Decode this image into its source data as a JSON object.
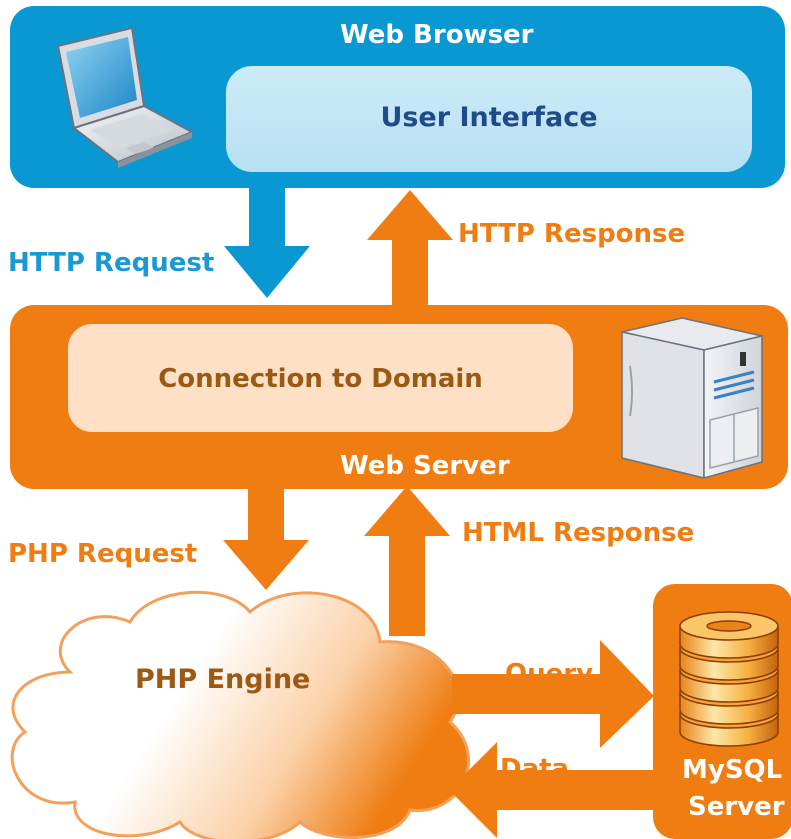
{
  "browser": {
    "title": "Web Browser",
    "ui_label": "User Interface"
  },
  "server": {
    "title": "Web Server",
    "connection_label": "Connection to Domain"
  },
  "arrows": {
    "http_request": "HTTP Request",
    "http_response": "HTTP Response",
    "php_request": "PHP Request",
    "html_response": "HTML Response",
    "query": "Query",
    "data": "Data"
  },
  "engine": {
    "label": "PHP Engine"
  },
  "mysql": {
    "line1": "MySQL",
    "line2": "Server"
  },
  "colors": {
    "blue": "#0a98d3",
    "orange": "#ef7d12",
    "light_blue": "#c3e6f6",
    "light_orange": "#fde0c6",
    "dark_blue_text": "#1e4b8a",
    "brown_text": "#9b5a14"
  },
  "icons": [
    "laptop-icon",
    "server-tower-icon",
    "database-icon",
    "cloud-shape"
  ]
}
